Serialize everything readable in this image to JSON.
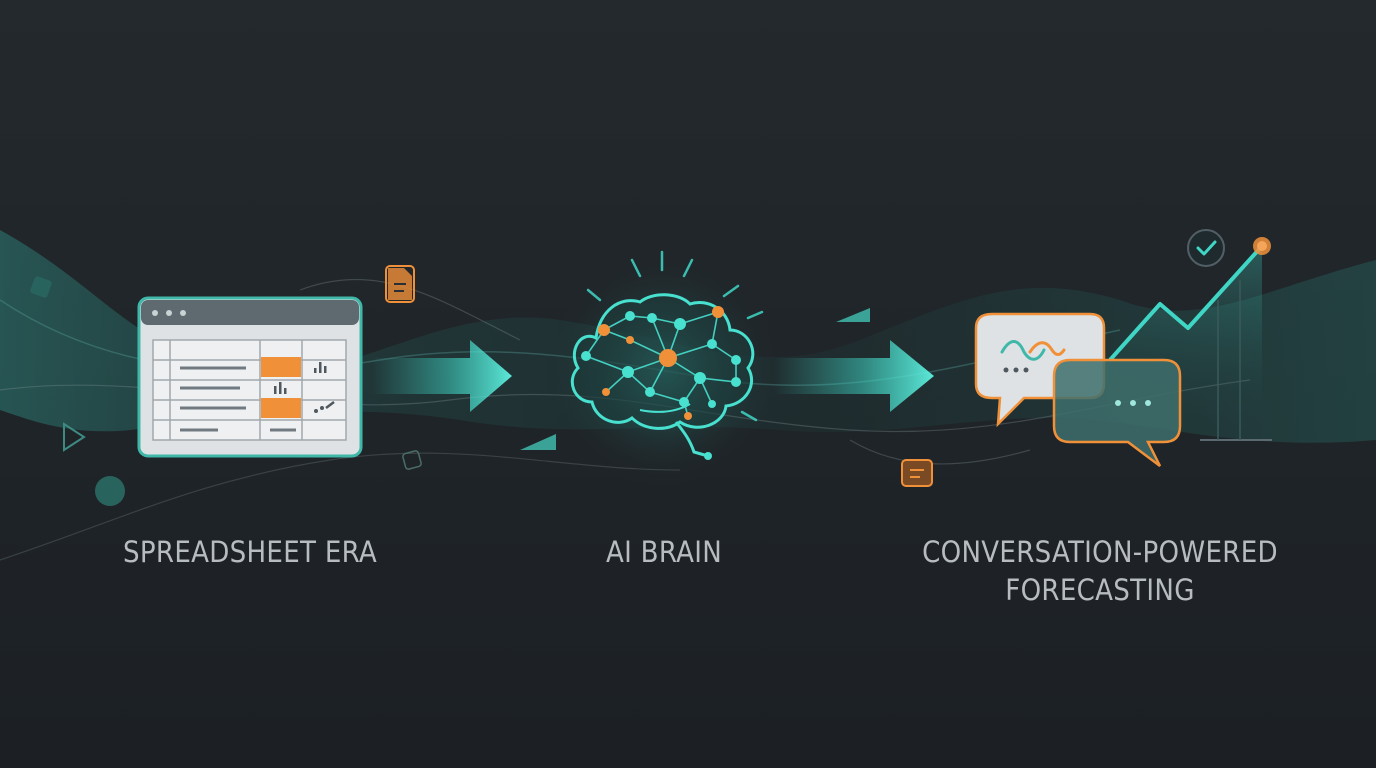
{
  "stages": [
    {
      "id": "spreadsheet",
      "label": "SPREADSHEET ERA",
      "icon": "spreadsheet-window-icon"
    },
    {
      "id": "brain",
      "label": "AI BRAIN",
      "icon": "neural-brain-icon"
    },
    {
      "id": "forecast",
      "label_lines": [
        "CONVERSATION-POWERED",
        "FORECASTING"
      ],
      "icon": "chat-bubbles-icon"
    }
  ],
  "colors": {
    "background": "#1f2428",
    "teal": "#3fd6c6",
    "teal_dark": "#1d5e59",
    "orange": "#f0913a",
    "label": "#b7bcc0",
    "panel": "#e6e8ea"
  }
}
